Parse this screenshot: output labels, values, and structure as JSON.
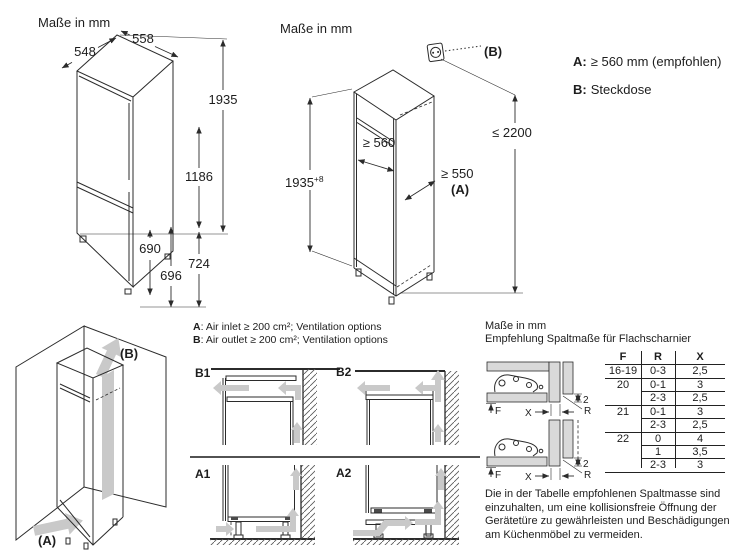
{
  "colors": {
    "line": "#2b2b2b",
    "airflow_gray": "#c9c9c9",
    "panel_fill": "#d9d9d9"
  },
  "appliance_dims": {
    "title": "Maße in mm",
    "width": "548",
    "depth": "558",
    "height": "1935",
    "upper_section": "1186",
    "lower_inner": "690",
    "lower_door": "696",
    "lower_section": "724"
  },
  "niche_dims": {
    "title": "Maße in mm",
    "socket_label": "(B)",
    "niche_width": "≥ 560",
    "niche_height": "1935",
    "niche_height_tolerance": "+8",
    "niche_depth": "≥ 550",
    "niche_depth_ref": "(A)",
    "max_height": "≤ 2200"
  },
  "legend": {
    "item_a_key": "A:",
    "item_a_value": "≥ 560 mm (empfohlen)",
    "item_b_key": "B:",
    "item_b_value": "Steckdose"
  },
  "corner_view": {
    "inlet_label": "(A)",
    "outlet_label": "(B)"
  },
  "ventilation": {
    "note_a_key": "A",
    "note_a_text": ": Air inlet ≥ 200 cm²; Ventilation options",
    "note_b_key": "B",
    "note_b_text": ": Air outlet ≥ 200 cm²; Ventilation options",
    "option_b1": "B1",
    "option_b2": "B2",
    "option_a1": "A1",
    "option_a2": "A2"
  },
  "hinge": {
    "title": "Maße in mm",
    "subtitle": "Empfehlung Spaltmaße für Flachscharnier",
    "dim_gap": "2",
    "dim_f": "F",
    "dim_x": "X",
    "dim_r": "R",
    "table": {
      "headers": {
        "f": "F",
        "r": "R",
        "x": "X"
      },
      "rows": [
        {
          "f": "16-19",
          "r": "0-3",
          "x": "2,5"
        },
        {
          "f": "20",
          "r": "0-1",
          "x": "3"
        },
        {
          "f": "",
          "r": "2-3",
          "x": "2,5"
        },
        {
          "f": "21",
          "r": "0-1",
          "x": "3"
        },
        {
          "f": "",
          "r": "2-3",
          "x": "2,5"
        },
        {
          "f": "22",
          "r": "0",
          "x": "4"
        },
        {
          "f": "",
          "r": "1",
          "x": "3,5"
        },
        {
          "f": "",
          "r": "2-3",
          "x": "3"
        }
      ]
    },
    "note": "Die in der Tabelle empfohlenen Spaltmasse sind einzuhalten, um eine kollisionsfreie Öffnung der Gerätetüre zu gewährleisten und Beschädigungen am Küchenmöbel zu vermeiden."
  }
}
